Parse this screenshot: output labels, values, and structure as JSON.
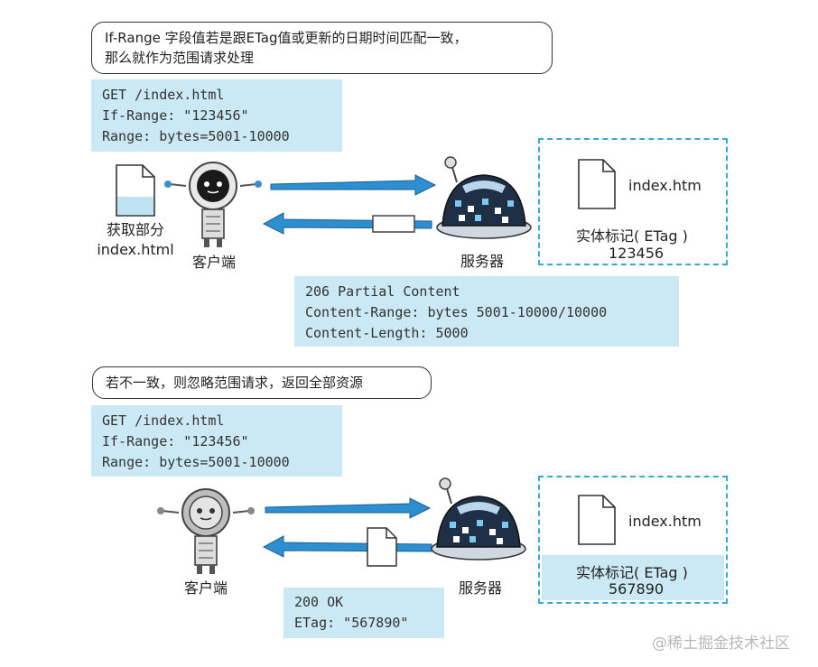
{
  "section1": {
    "bubble_lines": [
      "If-Range 字段值若是跟ETag值或更新的日期时间匹配一致，",
      "那么就作为范围请求处理"
    ],
    "request_lines": [
      "GET /index.html",
      "If-Range: \"123456\"",
      "Range: bytes=5001-10000"
    ],
    "client_file_label_lines": [
      "获取部分",
      "index.html"
    ],
    "client_label": "客户端",
    "server_label": "服务器",
    "server_file_name": "index.htm",
    "etag_label": "实体标记( ETag )",
    "etag_value": "123456",
    "response_lines": [
      "206 Partial Content",
      "Content-Range: bytes 5001-10000/10000",
      "Content-Length: 5000"
    ]
  },
  "section2": {
    "bubble_lines": [
      "若不一致，则忽略范围请求，返回全部资源"
    ],
    "request_lines": [
      "GET /index.html",
      "If-Range: \"123456\"",
      "Range: bytes=5001-10000"
    ],
    "client_label": "客户端",
    "server_label": "服务器",
    "server_file_name": "index.htm",
    "etag_label": "实体标记( ETag )",
    "etag_value": "567890",
    "response_lines": [
      "200 OK",
      "ETag: \"567890\""
    ]
  },
  "watermark": "@稀土掘金技术社区",
  "colors": {
    "arrow": "#2d8fd0",
    "code_bg": "#cbe9f4",
    "dashed_border": "#39a9d3",
    "server_dark": "#1e2f46"
  }
}
